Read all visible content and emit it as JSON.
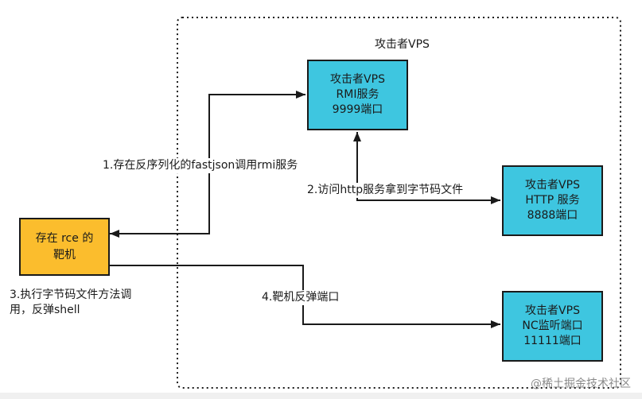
{
  "group": {
    "title": "攻击者VPS"
  },
  "nodes": {
    "rmi": {
      "lines": [
        "攻击者VPS",
        "RMI服务",
        "9999端口"
      ]
    },
    "http": {
      "lines": [
        "攻击者VPS",
        "HTTP 服务",
        "8888端口"
      ]
    },
    "nc": {
      "lines": [
        "攻击者VPS",
        "NC监听端口",
        "11111端口"
      ]
    },
    "target": {
      "lines": [
        "存在 rce 的",
        "靶机"
      ]
    }
  },
  "edges": {
    "step1": "1.存在反序列化的fastjson调用rmi服务",
    "step2": "2.访问http服务拿到字节码文件",
    "step3": "3.执行字节码文件方法调用，反弹shell",
    "step4": "4.靶机反弹端口"
  },
  "watermark": "@稀土掘金技术社区",
  "colors": {
    "vps_fill": "#3ec6e0",
    "target_fill": "#fbbd2d",
    "stroke": "#1a1a1a"
  }
}
